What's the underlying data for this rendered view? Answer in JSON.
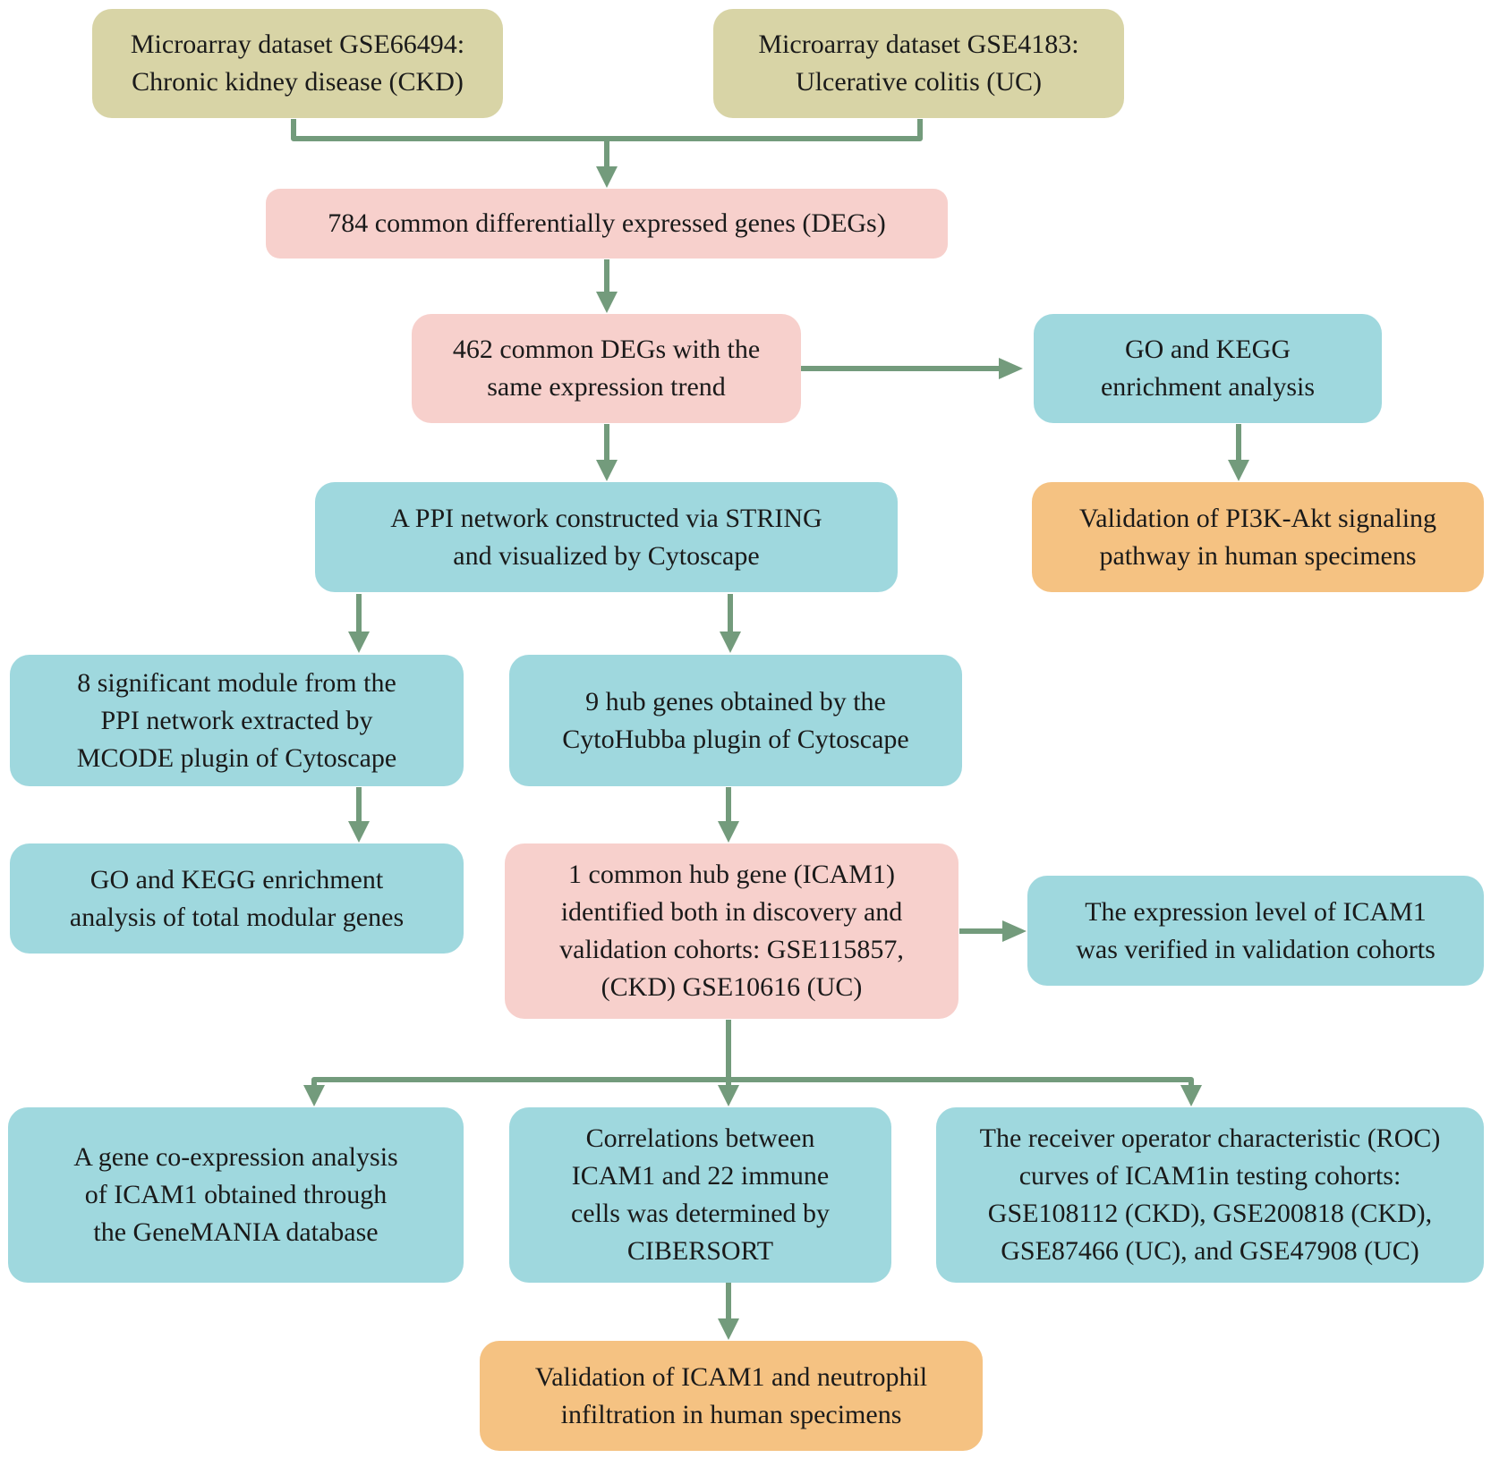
{
  "colors": {
    "dataset": "#d8d4a6",
    "deg": "#f7d0cc",
    "analysis": "#9fd8de",
    "validation": "#f5c282",
    "arrow": "#739b7c"
  },
  "nodes": {
    "dataset_ckd": "Microarray dataset GSE66494:\nChronic kidney disease (CKD)",
    "dataset_uc": "Microarray dataset GSE4183:\nUlcerative colitis (UC)",
    "common_degs": "784 common differentially expressed genes (DEGs)",
    "same_trend_degs": "462 common DEGs with the\nsame expression trend",
    "go_kegg": "GO and KEGG\nenrichment analysis",
    "pi3k_validation": "Validation of PI3K-Akt signaling\npathway in human specimens",
    "ppi_network": "A PPI network constructed via STRING\nand visualized by Cytoscape",
    "mcode_modules": "8 significant module from the\nPPI network extracted by\nMCODE plugin of Cytoscape",
    "hub_genes": "9 hub genes obtained by the\nCytoHubba plugin of Cytoscape",
    "modular_enrichment": "GO and KEGG enrichment\nanalysis of total modular genes",
    "icam1_hub": "1 common hub gene (ICAM1)\nidentified both in discovery and\nvalidation cohorts: GSE115857,\n(CKD) GSE10616 (UC)",
    "icam1_expression": "The expression level of ICAM1\nwas verified in validation cohorts",
    "genemania": "A gene co-expression analysis\nof ICAM1 obtained through\nthe GeneMANIA database",
    "cibersort": "Correlations between\nICAM1 and 22 immune\ncells was determined by\nCIBERSORT",
    "roc_curves": "The receiver operator characteristic (ROC)\ncurves of ICAM1in testing cohorts:\nGSE108112 (CKD), GSE200818 (CKD),\nGSE87466 (UC), and GSE47908 (UC)",
    "neutrophil_validation": "Validation of ICAM1 and neutrophil\ninfiltration in human specimens"
  }
}
